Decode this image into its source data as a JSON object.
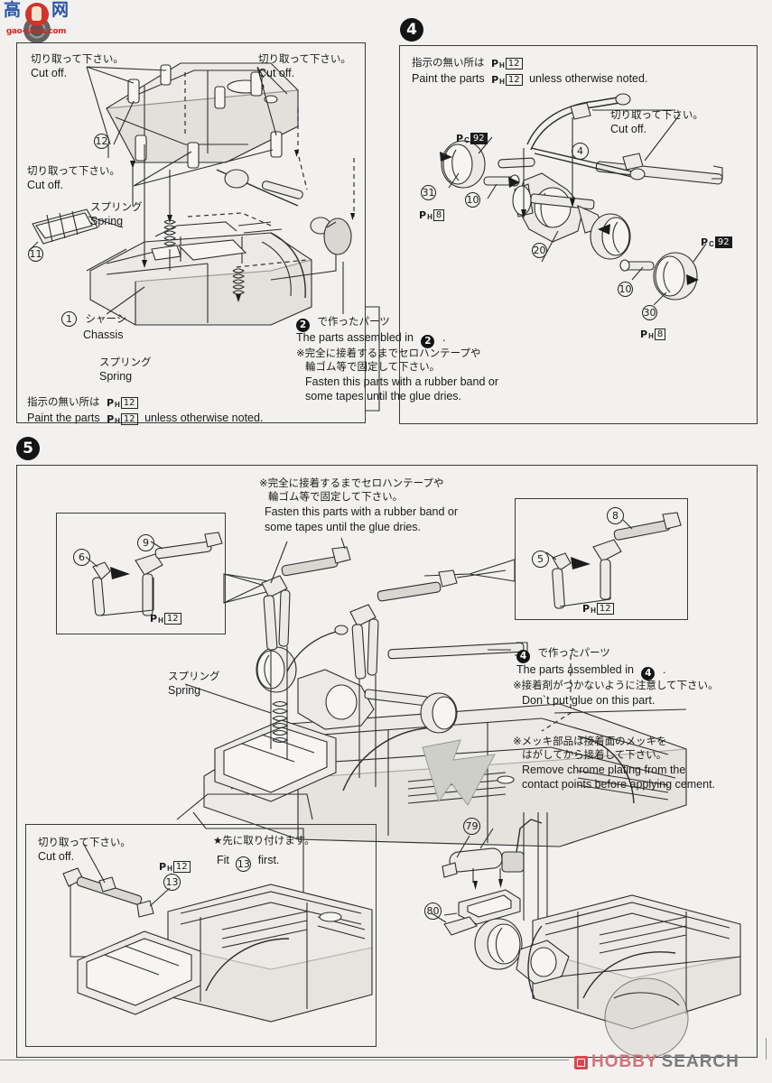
{
  "document": {
    "type": "model-kit-instruction-sheet",
    "watermark": {
      "cn_left": "高",
      "cn_right": "网",
      "domain": "gao-shou.com"
    },
    "footer": {
      "mark": "flame-icon",
      "word1": "HOBBY",
      "word2": "SEARCH"
    }
  },
  "common": {
    "cut_off_jp": "切り取って下さい。",
    "cut_off_en": "Cut off.",
    "spring_jp": "スプリング",
    "spring_en": "Spring",
    "paint_note_jp": "指示の無い所は",
    "paint_note_en_pre": "Paint the parts",
    "paint_note_en_post": "unless otherwise noted.",
    "paint_ph12": {
      "prefix": "P",
      "sub": "H",
      "num": "12"
    },
    "paint_ph8": {
      "prefix": "P",
      "sub": "H",
      "num": "8"
    },
    "paint_pc92": {
      "prefix": "P",
      "sub": "C",
      "num": "92"
    },
    "fasten_jp_1": "※完全に接着するまでセロハンテープや",
    "fasten_jp_2": "輪ゴム等で固定して下さい。",
    "fasten_en_1": "Fasten this parts with a rubber band or",
    "fasten_en_2": "some tapes until the glue dries."
  },
  "step4": {
    "number": "4",
    "paint_note_jp": "指示の無い所は",
    "paint_note_en_pre": "Paint the parts",
    "paint_note_en_post": "unless otherwise noted.",
    "cut_off_jp": "切り取って下さい。",
    "cut_off_en": "Cut off.",
    "parts": [
      {
        "id": "31",
        "paint": "PH8"
      },
      {
        "id": "10",
        "paint": ""
      },
      {
        "id": "20",
        "paint": ""
      },
      {
        "id": "10",
        "paint": ""
      },
      {
        "id": "30",
        "paint": "PH8"
      },
      {
        "id": "4",
        "paint": ""
      }
    ],
    "paint_labels": [
      "PC92",
      "PC92",
      "PH8",
      "PH8"
    ]
  },
  "step3": {
    "number": "3",
    "cut_off_top_left_jp": "切り取って下さい。",
    "cut_off_top_left_en": "Cut off.",
    "cut_off_top_right_jp": "切り取って下さい。",
    "cut_off_top_right_en": "Cut off.",
    "cut_off_mid_jp": "切り取って下さい。",
    "cut_off_mid_en": "Cut off.",
    "spring_top_jp": "スプリング",
    "spring_top_en": "Spring",
    "spring_bottom_jp": "スプリング",
    "spring_bottom_en": "Spring",
    "chassis_jp": "シャーシ",
    "chassis_en": "Chassis",
    "chassis_num": "1",
    "part_11": "11",
    "part_12": "12",
    "assembled_jp": "で作ったパーツ",
    "assembled_en_pre": "The parts assembled in",
    "assembled_en_post": ".",
    "assembled_ref": "2",
    "fasten_jp_1": "※完全に接着するまでセロハンテープや",
    "fasten_jp_2": "輪ゴム等で固定して下さい。",
    "fasten_en_1": "Fasten this parts with a rubber band or",
    "fasten_en_2": "some tapes until the glue dries.",
    "paint_note_jp": "指示の無い所は",
    "paint_note_en_pre": "Paint the parts",
    "paint_note_en_post": "unless otherwise noted."
  },
  "step5": {
    "number": "5",
    "fasten_jp_1": "※完全に接着するまでセロハンテープや",
    "fasten_jp_2": "輪ゴム等で固定して下さい。",
    "fasten_en_1": "Fasten this parts with a rubber band or",
    "fasten_en_2": "some tapes until the glue dries.",
    "spring_jp": "スプリング",
    "spring_en": "Spring",
    "inset_left": {
      "parts": [
        "6",
        "9"
      ],
      "paint": "PH12"
    },
    "inset_right": {
      "parts": [
        "5",
        "8"
      ],
      "paint": "PH12"
    },
    "assembled_jp": "で作ったパーツ",
    "assembled_en_pre": "The parts assembled in",
    "assembled_en_post": ".",
    "assembled_ref": "4",
    "no_glue_jp": "※接着剤がつかないように注意して下さい。",
    "no_glue_en": "Don`t put glue on this part.",
    "chrome_jp_1": "※メッキ部品は接着面のメッキを",
    "chrome_jp_2": "はがしてから接着して下さい。",
    "chrome_en_1": "Remove chrome plating from the",
    "chrome_en_2": "contact points before applying cement.",
    "bottom_left": {
      "cut_off_jp": "切り取って下さい。",
      "cut_off_en": "Cut off.",
      "part": "13",
      "paint": "PH12"
    },
    "fit_first_jp": "★先に取り付けます。",
    "fit_first_en_pre": "Fit",
    "fit_first_en_post": "first.",
    "fit_first_ref": "13",
    "bottom_right_parts": [
      "79",
      "80"
    ]
  },
  "colors": {
    "paper": "#f2f1ef",
    "ink": "#1b1b1b",
    "line": "#2e2e2e",
    "part": "#eceae6",
    "part_shadow": "#d9d7d2",
    "grey_arrow": "#cfcfca",
    "logo_blue": "#2a55a8",
    "logo_red": "#cf2a23",
    "hobby_pink": "#d1737a",
    "search_grey": "#7b7b7b"
  }
}
